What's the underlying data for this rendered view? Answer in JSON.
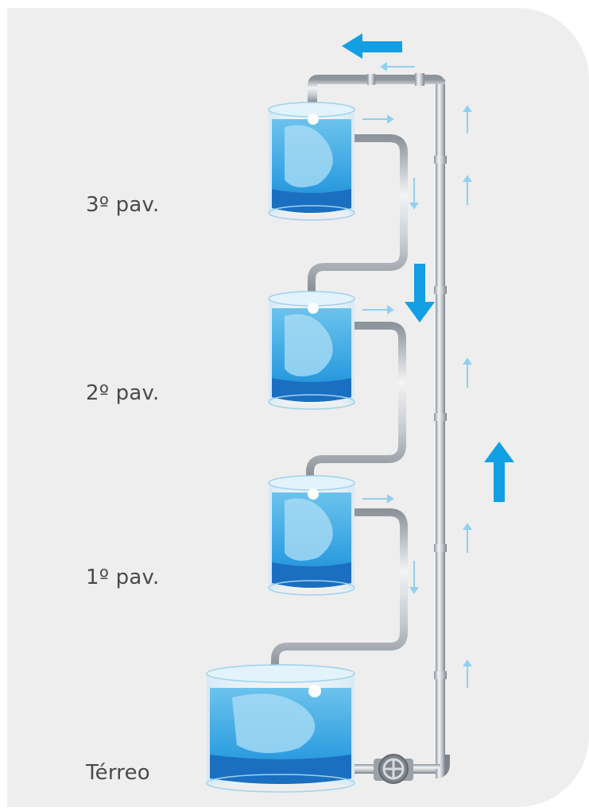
{
  "floors": [
    {
      "id": "floor-3",
      "label": "3º pav."
    },
    {
      "id": "floor-2",
      "label": "2º pav."
    },
    {
      "id": "floor-1",
      "label": "1º pav."
    },
    {
      "id": "ground",
      "label": "Térreo"
    }
  ],
  "colors": {
    "background": "#eeeeee",
    "label_text": "#4a4a4a",
    "water": "#3fa9e0",
    "water_dark": "#1479c6",
    "arrow_big": "#139fe3",
    "arrow_small": "#8fd0ef",
    "pipe": "#b9bec4"
  },
  "icons": [
    "valve-icon"
  ]
}
